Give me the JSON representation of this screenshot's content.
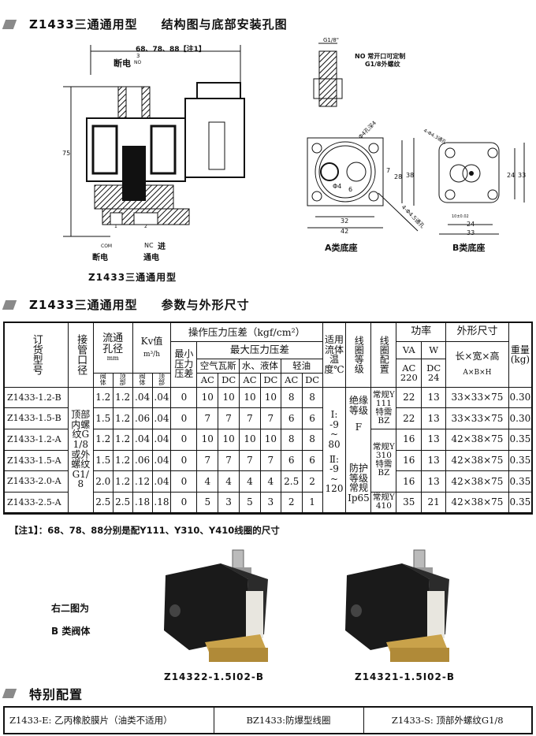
{
  "sections": {
    "structure": {
      "model": "Z1433三通通用型",
      "title": "结构图与底部安装孔图"
    },
    "params": {
      "model": "Z1433三通通用型",
      "title": "参数与外形尺寸"
    },
    "special": {
      "title": "特别配置"
    }
  },
  "drawing": {
    "width_dim": "68、78、88【注1】",
    "height_dim": "75",
    "port3": "3",
    "port3_no": "NO",
    "off_top": "断电",
    "port1": "1",
    "port2": "2",
    "com": "COM",
    "nc": "NC",
    "inlet": "进",
    "off_bottom": "断电",
    "on_bottom": "通电",
    "caption": "Z1433三通通用型",
    "fitting_size": "G1/8\"",
    "fitting_note": "NO 常开口可定制",
    "fitting_thread": "G1/8外螺纹",
    "base_a": {
      "caption": "A类底座",
      "hole_top": "Φ4孔深4",
      "holes": "4-Φ4.5通孔",
      "d84": "Φ4",
      "d6": "6",
      "d7": "7",
      "d28": "28",
      "d38": "38",
      "d32": "32",
      "d42": "42"
    },
    "base_b": {
      "caption": "B类底座",
      "holes": "4-Φ4.3通孔",
      "d10": "10±0.02",
      "d24w": "24",
      "d33w": "33",
      "d24h": "24",
      "d33h": "33"
    }
  },
  "table": {
    "headers": {
      "model": "订货型号",
      "port": "接管口径",
      "orifice": "流通孔径",
      "orifice_unit": "mm",
      "kv": "Kv值",
      "kv_unit": "m³/h",
      "pressure": "操作压力压差（kgf/cm²）",
      "min_pressure": "最小压力压差",
      "max_pressure": "最大压力压差",
      "air": "空气瓦斯",
      "water": "水、液体",
      "oil": "轻油",
      "ac": "AC",
      "dc": "DC",
      "body": "阀体",
      "top": "顶部",
      "temp": "适用流体温度℃",
      "coil_grade": "线圈等级",
      "coil_config": "线圈配置",
      "power": "功率",
      "va": "VA",
      "w": "W",
      "ac220": "AC 220",
      "dc24": "DC 24",
      "dims": "外形尺寸",
      "dims_lwh": "长×宽×高",
      "dims_abh": "A×B×H",
      "weight": "重量(kg)"
    },
    "port_value": "顶部内螺纹G1/8或外螺纹G1/8",
    "temp_value": [
      "Ⅰ:",
      "-9",
      "~",
      "80",
      "Ⅱ:",
      "-9",
      "~",
      "120"
    ],
    "grade_value": [
      "绝缘等级",
      "F",
      "防护等级常规Ip65"
    ],
    "coil_groups": [
      "常规Y111特需BZ",
      "常规Y310特需BZ",
      "常规Y410"
    ],
    "rows": [
      {
        "model": "Z1433-1.2-B",
        "ob": "1.2",
        "ot": "1.2",
        "kb": ".04",
        "kt": ".04",
        "min": "0",
        "p": [
          "10",
          "10",
          "10",
          "10",
          "8",
          "8"
        ],
        "va": "22",
        "w": "13",
        "dims": "33×33×75",
        "weight": "0.30"
      },
      {
        "model": "Z1433-1.5-B",
        "ob": "1.5",
        "ot": "1.2",
        "kb": ".06",
        "kt": ".04",
        "min": "0",
        "p": [
          "7",
          "7",
          "7",
          "7",
          "6",
          "6"
        ],
        "va": "22",
        "w": "13",
        "dims": "33×33×75",
        "weight": "0.30"
      },
      {
        "model": "Z1433-1.2-A",
        "ob": "1.2",
        "ot": "1.2",
        "kb": ".04",
        "kt": ".04",
        "min": "0",
        "p": [
          "10",
          "10",
          "10",
          "10",
          "8",
          "8"
        ],
        "va": "16",
        "w": "13",
        "dims": "42×38×75",
        "weight": "0.35"
      },
      {
        "model": "Z1433-1.5-A",
        "ob": "1.5",
        "ot": "1.2",
        "kb": ".06",
        "kt": ".04",
        "min": "0",
        "p": [
          "7",
          "7",
          "7",
          "7",
          "6",
          "6"
        ],
        "va": "16",
        "w": "13",
        "dims": "42×38×75",
        "weight": "0.35"
      },
      {
        "model": "Z1433-2.0-A",
        "ob": "2.0",
        "ot": "1.2",
        "kb": ".12",
        "kt": ".04",
        "min": "0",
        "p": [
          "4",
          "4",
          "4",
          "4",
          "2.5",
          "2"
        ],
        "va": "16",
        "w": "13",
        "dims": "42×38×75",
        "weight": "0.35"
      },
      {
        "model": "Z1433-2.5-A",
        "ob": "2.5",
        "ot": "2.5",
        "kb": ".18",
        "kt": ".18",
        "min": "0",
        "p": [
          "5",
          "3",
          "5",
          "3",
          "2",
          "1"
        ],
        "va": "35",
        "w": "21",
        "dims": "42×38×75",
        "weight": "0.35"
      }
    ]
  },
  "note": "【注1】：68、78、88分别是配Y111、Y310、Y410线圈的尺寸",
  "photos": {
    "side_text1": "右二图为",
    "side_text2": "B 类阀体",
    "caption1": "Z14322-1.5Ⅰ02-B",
    "caption2": "Z14321-1.5Ⅰ02-B"
  },
  "special": [
    {
      "code": "Z1433-E:",
      "desc": "乙丙橡胶膜片（油类不适用）"
    },
    {
      "code": "BZ1433:",
      "desc": "防爆型线圈"
    },
    {
      "code": "Z1433-S:",
      "desc": "顶部外螺纹G1/8"
    }
  ],
  "colors": {
    "accent": "#8a8a8a",
    "brass": "#c9a24a",
    "coil": "#1a1a1a"
  }
}
